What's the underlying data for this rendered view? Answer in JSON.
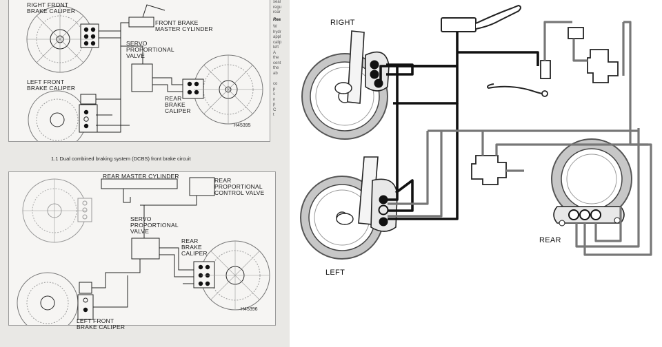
{
  "figure1": {
    "labels": {
      "right_front_caliper": "RIGHT FRONT\nBRAKE CALIPER",
      "front_master_cylinder": "FRONT BRAKE\nMASTER CYLINDER",
      "servo_valve": "SERVO\nPROPORTIONAL\nVALVE",
      "left_front_caliper": "LEFT FRONT\nBRAKE CALIPER",
      "rear_caliper": "REAR\nBRAKE\nCALIPER"
    },
    "code": "H45395",
    "caption": "1.1 Dual combined braking system (DCBS) front brake circuit"
  },
  "figure2": {
    "labels": {
      "rear_master_cylinder": "REAR MASTER CYLINDER",
      "rear_control_valve": "REAR\nPROPORTIONAL\nCONTROL VALVE",
      "servo_valve": "SERVO\nPROPORTIONAL\nVALVE",
      "rear_caliper": "REAR\nBRAKE\nCALIPER",
      "left_front_caliper": "LEFT FRONT\nBRAKE CALIPER"
    },
    "code": "H45396"
  },
  "side_text": {
    "lines": [
      "seal",
      "regu",
      "rear"
    ],
    "heading": "Rea",
    "lines2": [
      "W",
      "hydr",
      "appl",
      "calip",
      "left",
      "A",
      "the",
      "cent",
      "the",
      "ab"
    ],
    "lines3": [
      "co",
      "p",
      "s",
      "n",
      "p",
      "C",
      "t"
    ]
  },
  "schematic": {
    "labels": {
      "right": "RIGHT",
      "left": "LEFT",
      "rear": "REAR"
    }
  }
}
